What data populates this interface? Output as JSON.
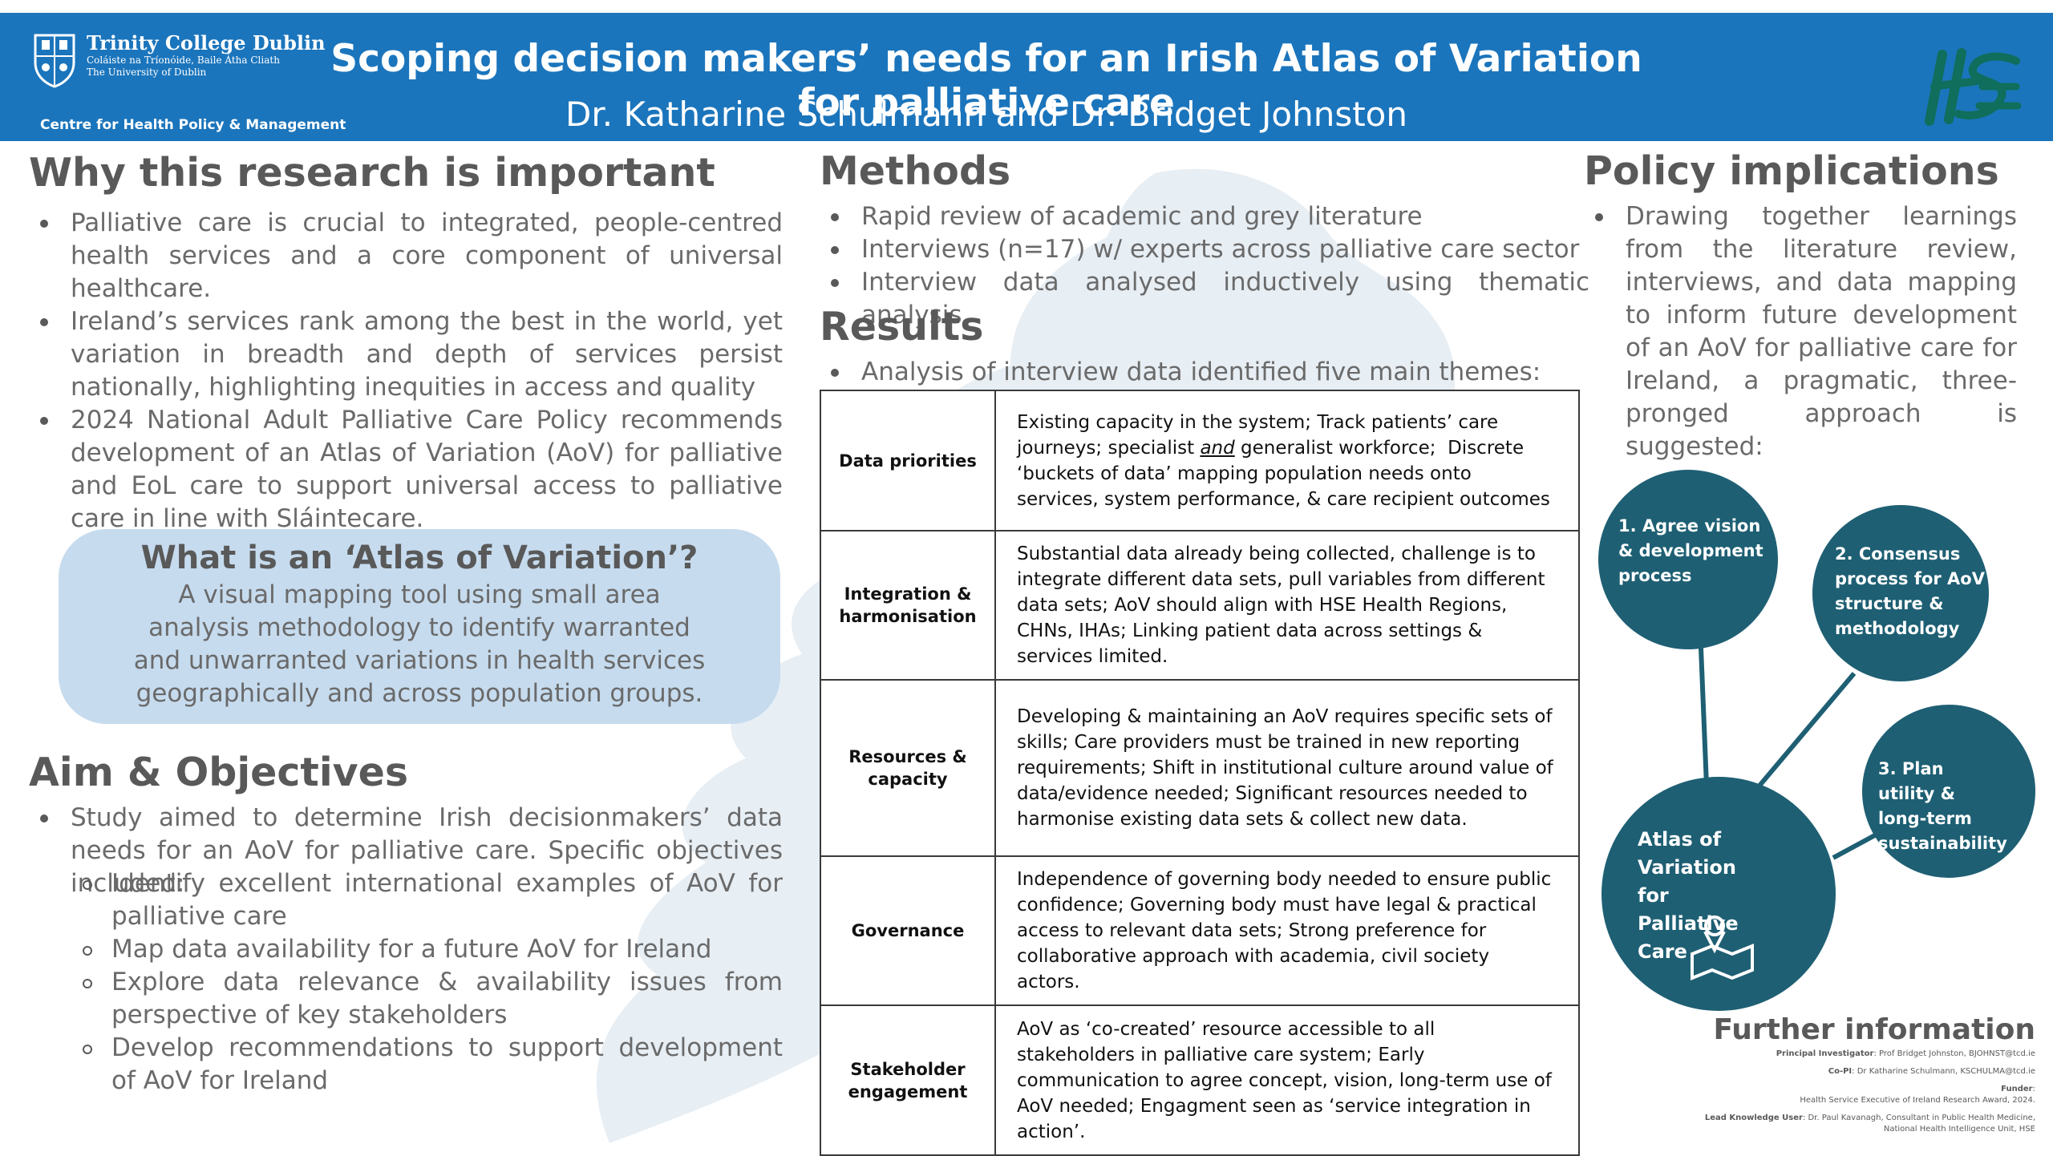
{
  "header": {
    "university": "Trinity College Dublin",
    "university_irish": "Coláiste na Tríonóide, Baile Átha Cliath",
    "university_sub": "The University of Dublin",
    "centre": "Centre for Health Policy & Management",
    "title": "Scoping decision makers’ needs for an Irish Atlas of Variation for palliative care",
    "authors": "Dr. Katharine Schulmann and Dr. Bridget Johnston",
    "brand_color": "#1b75bc"
  },
  "why": {
    "title": "Why this research is important",
    "bullets": [
      "Palliative care is crucial to integrated, people-centred health services and a core component of universal healthcare.",
      "Ireland’s services rank among the best in the world, yet variation in breadth and depth of services persist nationally, highlighting inequities in access and quality",
      "2024 National Adult Palliative Care Policy recommends development of an Atlas of Variation (AoV) for palliative and EoL care to support universal access to palliative care in line with Sláintecare."
    ]
  },
  "atlas_box": {
    "title": "What is an ‘Atlas of Variation’?",
    "text": "A visual mapping tool using small area analysis methodology to identify warranted and unwarranted variations in health services geographically and across population groups."
  },
  "aims": {
    "title": "Aim & Objectives",
    "intro": "Study aimed to determine Irish decisionmakers’ data needs for an AoV for palliative care. Specific objectives included:",
    "objectives": [
      "Identify excellent international examples of AoV for palliative care",
      "Map data availability for a future AoV for Ireland",
      "Explore data relevance & availability issues from perspective of key stakeholders",
      "Develop recommendations to support development of AoV for Ireland"
    ]
  },
  "methods": {
    "title": "Methods",
    "bullets": [
      "Rapid review of academic and grey literature",
      "Interviews (n=17) w/ experts across palliative care sector",
      "Interview data analysed inductively using thematic analysis"
    ]
  },
  "results": {
    "title": "Results",
    "intro": "Analysis of interview data identified five main themes:",
    "themes": [
      {
        "theme": "Data priorities",
        "description": "Existing capacity in the system; Track patients’ care journeys; specialist and generalist workforce;  Discrete ‘buckets of data’ mapping population needs onto services, system performance, & care recipient outcomes"
      },
      {
        "theme": "Integration & harmonisation",
        "description": "Substantial data already being collected, challenge is to integrate different data sets, pull variables from different data sets; AoV should align with HSE Health Regions, CHNs, IHAs; Linking patient data across settings & services limited."
      },
      {
        "theme": "Resources & capacity",
        "description": "Developing & maintaining an AoV requires specific sets of skills; Care providers must be trained in new reporting requirements; Shift in institutional culture around value of data/evidence needed; Significant resources needed to harmonise existing data sets & collect new data."
      },
      {
        "theme": "Governance",
        "description": "Independence of governing body needed to ensure public confidence; Governing body must have legal & practical access to relevant data sets; Strong preference for collaborative approach with academia, civil society actors."
      },
      {
        "theme": "Stakeholder engagement",
        "description": "AoV as ‘co-created’ resource accessible to all stakeholders in palliative care system; Early communication to agree concept, vision, long-term use of AoV needed; Engagment seen as ‘service integration in action’."
      }
    ]
  },
  "policy": {
    "title": "Policy implications",
    "text": "Drawing together learnings from the literature review, interviews, and data mapping to inform future development of an AoV for palliative care for Ireland, a pragmatic, three-pronged approach is suggested:",
    "circle_color": "#1e5f73",
    "center": "Atlas of Variation for Palliative Care",
    "steps": [
      "1. Agree vision & development process",
      "2. Consensus process for AoV structure & methodology",
      "3. Plan utility & long-term sustainability"
    ]
  },
  "further": {
    "title": "Further information",
    "lines": [
      {
        "label": "Principal Investigator",
        "value": ": Prof Bridget Johnston, BJOHNST@tcd.ie"
      },
      {
        "label": "Co-PI",
        "value": ": Dr Katharine Schulmann, KSCHULMA@tcd.ie"
      },
      {
        "label": "Funder",
        "value": ":"
      },
      {
        "label": "",
        "value": "Health Service Executive of Ireland Research Award, 2024."
      },
      {
        "label": "Lead Knowledge User",
        "value": ": Dr. Paul Kavanagh, Consultant in Public Health Medicine,"
      },
      {
        "label": "",
        "value": "National Health Intelligence Unit, HSE"
      }
    ]
  }
}
